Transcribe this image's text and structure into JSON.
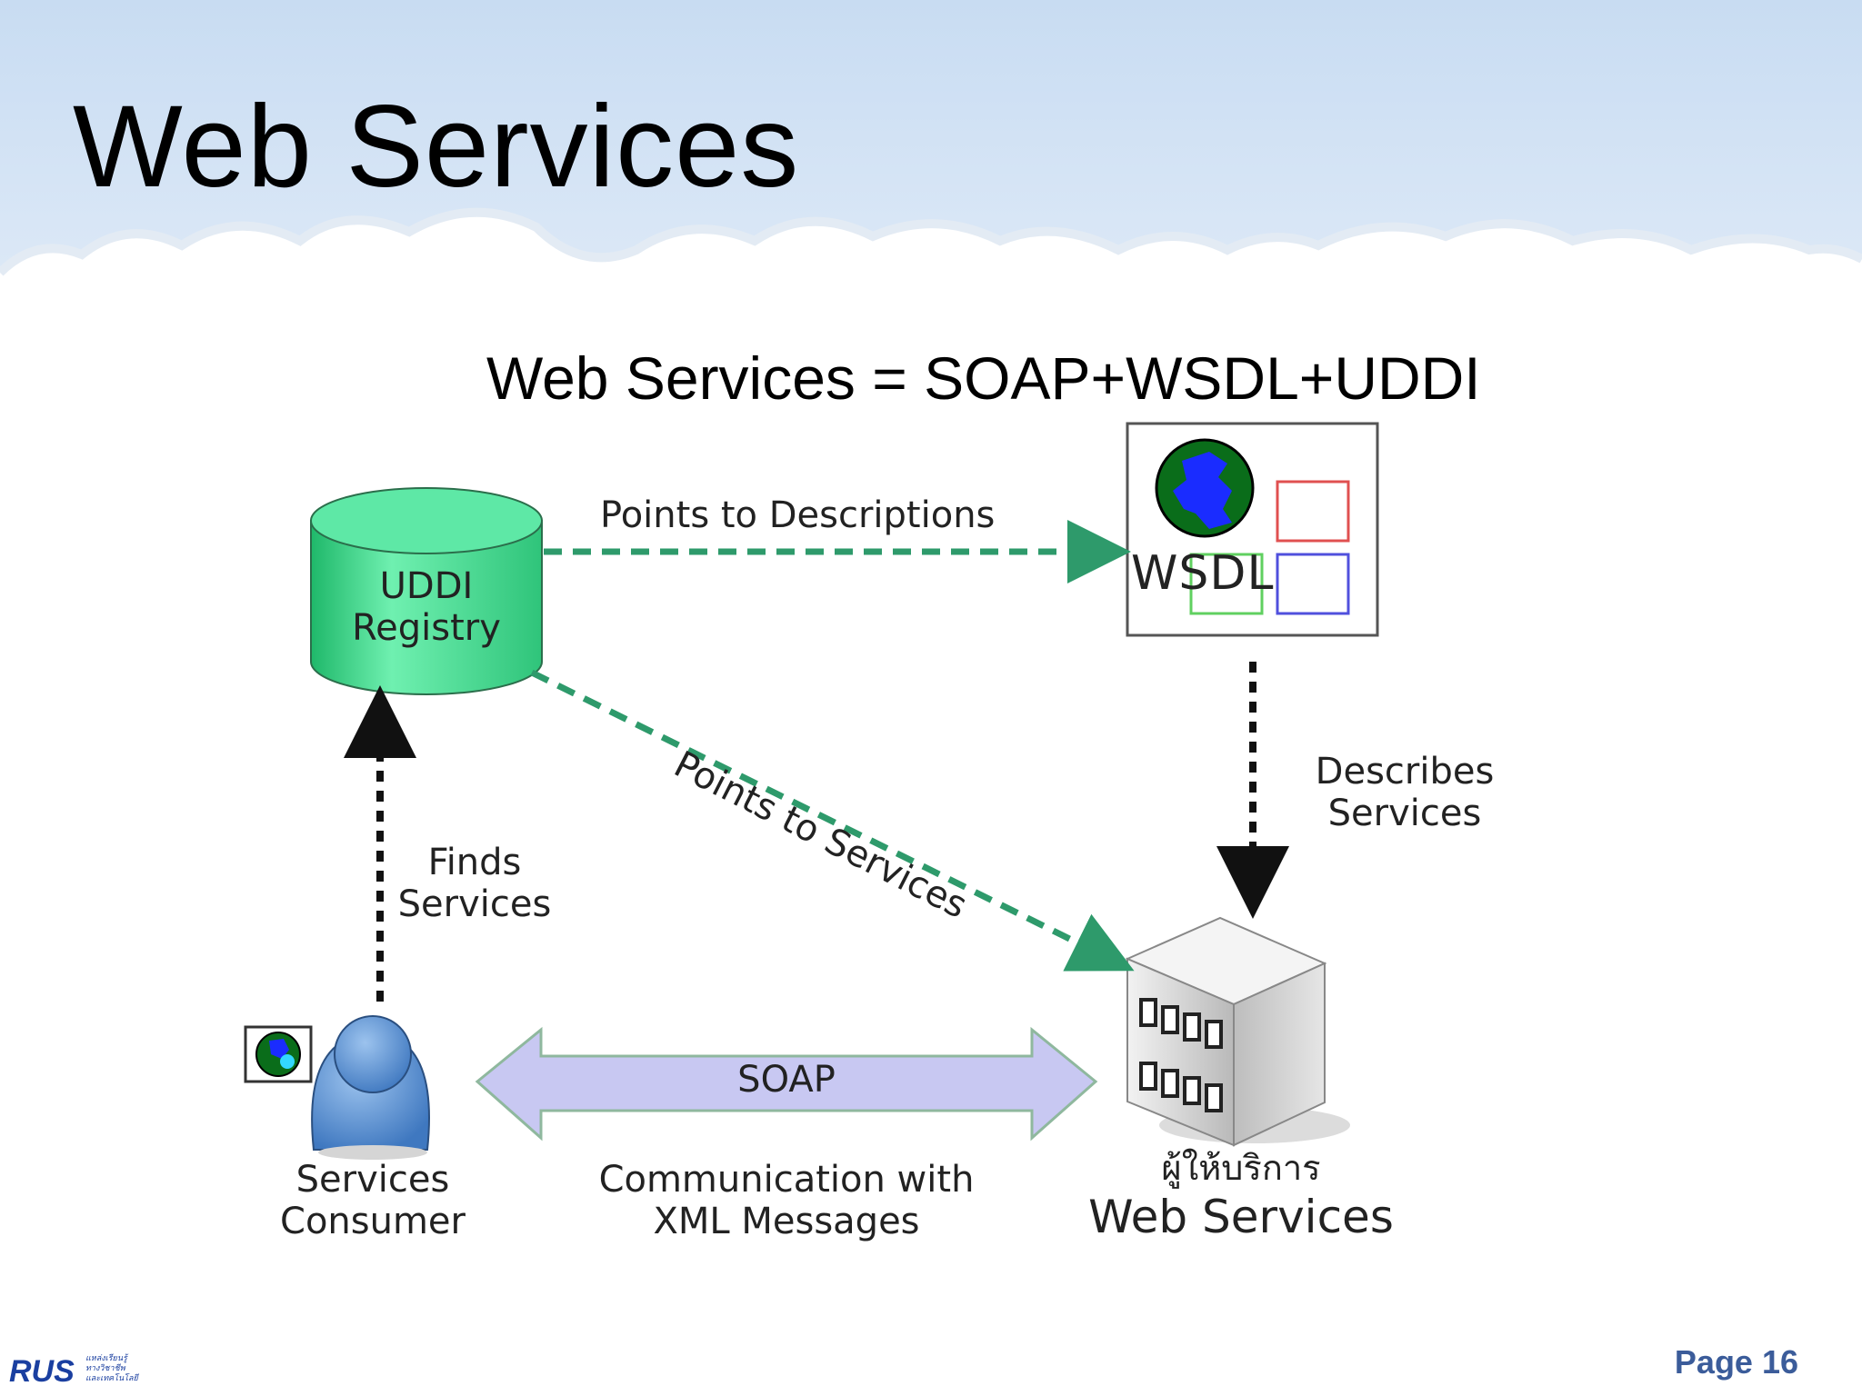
{
  "slide": {
    "title": "Web Services",
    "subtitle": "Web Services = SOAP+WSDL+UDDI",
    "page_label": "Page 16"
  },
  "diagram": {
    "nodes": {
      "uddi": {
        "line1": "UDDI",
        "line2": "Registry"
      },
      "wsdl": {
        "label": "WSDL"
      },
      "consumer": {
        "line1": "Services",
        "line2": "Consumer"
      },
      "provider": {
        "line1": "ผู้ให้บริการ",
        "line2": "Web Services"
      }
    },
    "edges": {
      "points_to_descriptions": "Points to Descriptions",
      "points_to_services": "Points to Services",
      "describes_services": {
        "line1": "Describes",
        "line2": "Services"
      },
      "finds_services": {
        "line1": "Finds",
        "line2": "Services"
      },
      "soap": "SOAP",
      "communication": {
        "line1": "Communication with",
        "line2": "XML Messages"
      }
    }
  },
  "logo": {
    "text": "RUS",
    "tagline_line1": "แหล่งเรียนรู้",
    "tagline_line2": "ทางวิชาชีพ",
    "tagline_line3": "และเทคโนโลยี"
  },
  "colors": {
    "sky_top": "#c5daf0",
    "uddi_fill": "#3fd68f",
    "green_arrow": "#2e9a6b",
    "soap_arrow_fill": "#c8c8f2",
    "page_label": "#3b5c9a"
  }
}
